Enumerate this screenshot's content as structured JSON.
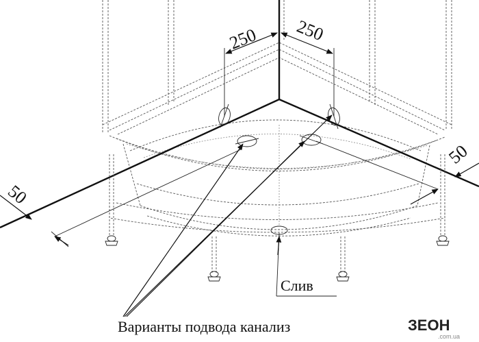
{
  "dimensions": {
    "left_offset": "250",
    "right_offset": "250",
    "left_wall_gap": "50",
    "right_wall_gap": "50"
  },
  "labels": {
    "drain": "Слив",
    "sewer_options": "Варианты подвода канализ"
  },
  "logo": {
    "name": "ЗЕОН",
    "sub": ".com.ua"
  },
  "colors": {
    "lines": "#111111",
    "hidden_lines": "#555555",
    "background": "#ffffff"
  }
}
